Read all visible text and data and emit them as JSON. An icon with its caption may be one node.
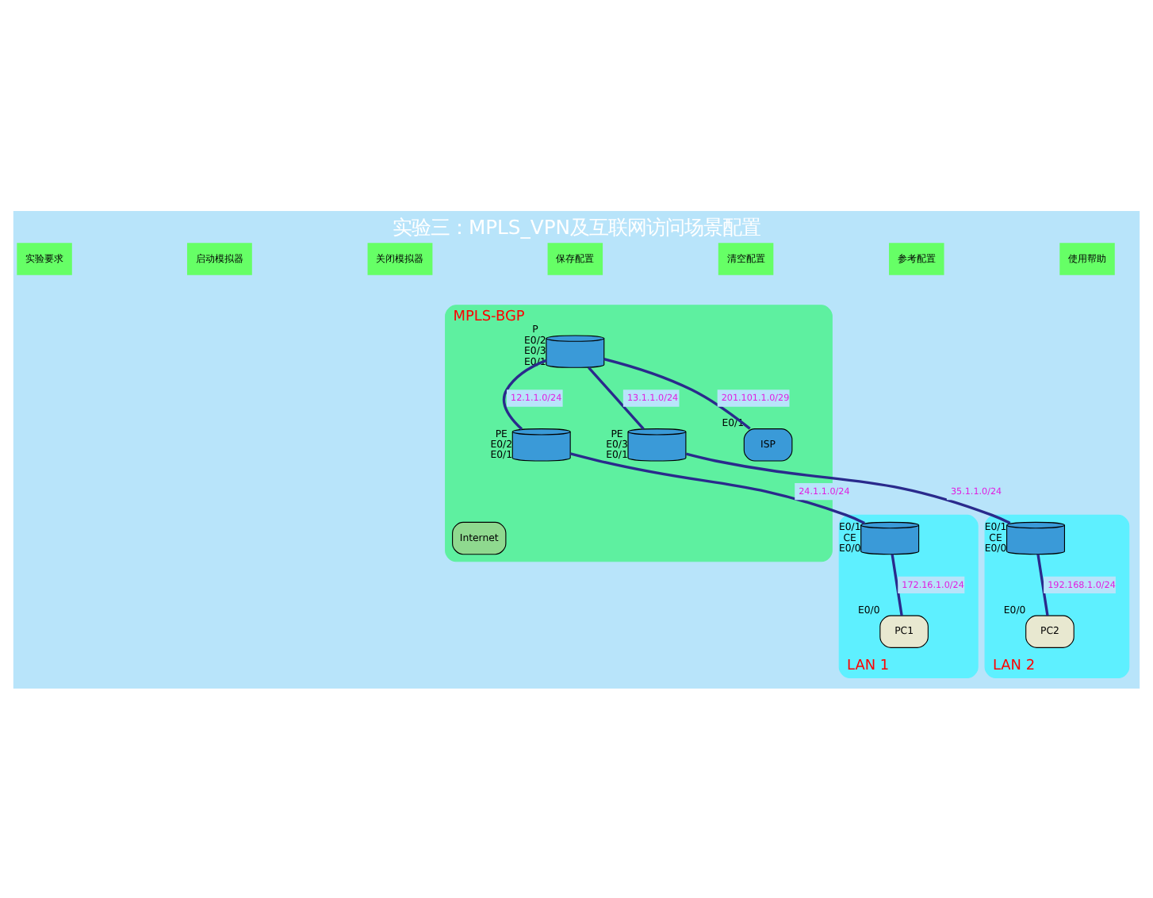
{
  "diagram": {
    "title": "实验三：MPLS_VPN及互联网访问场景配置",
    "nodes": [
      {
        "text": [
          "MPLS-BGP"
        ]
      },
      {
        "text": [],
        "shape": "cylinder",
        "beside": [
          "P",
          "E0/2",
          "E0/3",
          "E0/1"
        ],
        "in": 0
      },
      {
        "text": [
          "Internet"
        ],
        "in": 0
      },
      {
        "text": [],
        "shape": "cylinder",
        "beside": [
          "PE",
          "E0/2",
          "E0/1"
        ],
        "in": 0
      },
      {
        "text": [],
        "shape": "cylinder",
        "beside": [
          "PE",
          "E0/3",
          "E0/1"
        ],
        "in": 0
      },
      {
        "text": [
          "ISP"
        ],
        "beside": [
          "E0/1"
        ],
        "in": 0
      },
      {
        "text": [
          "LAN 1"
        ]
      },
      {
        "text": [],
        "shape": "cylinder",
        "beside": [
          "E0/1",
          "CE",
          "E0/0"
        ],
        "in": 6
      },
      {
        "text": [
          "PC1"
        ],
        "beside": [
          "E0/0"
        ],
        "in": 6
      },
      {
        "text": [
          "LAN 2"
        ]
      },
      {
        "text": [],
        "shape": "cylinder",
        "beside": [
          "E0/1",
          "CE",
          "E0/0"
        ],
        "in": 9
      },
      {
        "text": [
          "PC2"
        ],
        "beside": [
          "E0/0"
        ],
        "in": 9
      }
    ],
    "edges": [
      {
        "from": 1,
        "to": 3,
        "arrow": "none",
        "label": "12.1.1.0/24"
      },
      {
        "from": 1,
        "to": 4,
        "arrow": "none",
        "label": "13.1.1.0/24"
      },
      {
        "from": 1,
        "to": 5,
        "arrow": "none",
        "label": "201.101.1.0/29"
      },
      {
        "from": 3,
        "to": 7,
        "arrow": "none",
        "label": "24.1.1.0/24"
      },
      {
        "from": 4,
        "to": 10,
        "arrow": "none",
        "label": "35.1.1.0/24"
      },
      {
        "from": 7,
        "to": 8,
        "arrow": "none",
        "label": "172.16.1.0/24"
      },
      {
        "from": 10,
        "to": 11,
        "arrow": "none",
        "label": "192.168.1.0/24"
      }
    ],
    "labels": [
      "实验要求",
      "启动模拟器",
      "关闭模拟器",
      "保存配置",
      "清空配置",
      "参考配置",
      "使用帮助"
    ]
  }
}
